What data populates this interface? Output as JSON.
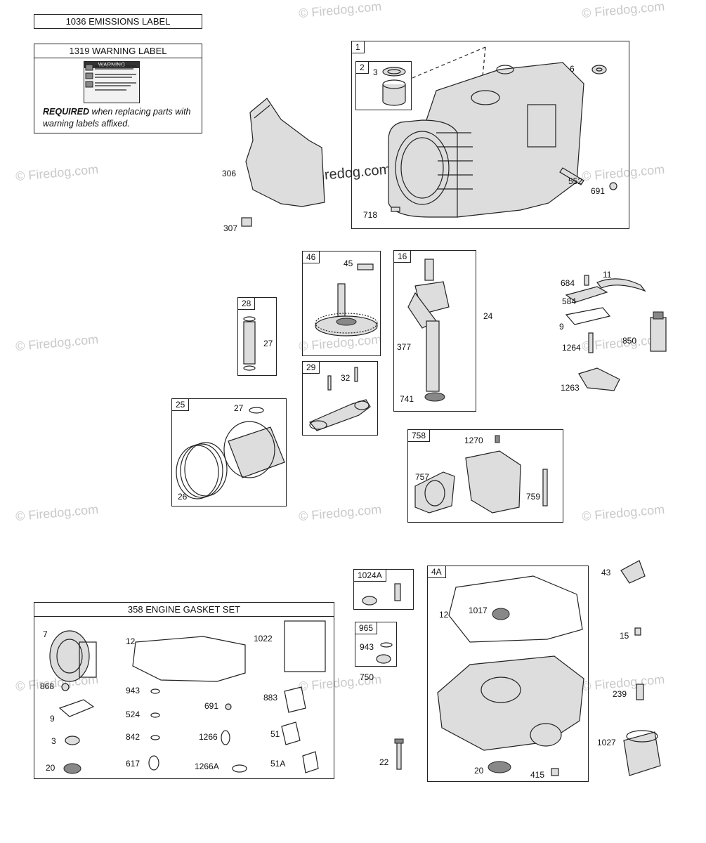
{
  "watermark": {
    "text": "© Firedog.com"
  },
  "labels_boxes": {
    "emissions": "1036 EMISSIONS LABEL",
    "warning": "1319 WARNING LABEL",
    "warning_sticker_title": "WARNING",
    "required_bold": "REQUIRED",
    "required_rest": " when replacing parts with warning labels affixed."
  },
  "gasket_set": {
    "title": "358 ENGINE GASKET SET"
  },
  "callouts": {
    "p1": "1",
    "p2": "2",
    "p3": "3",
    "p6": "6",
    "p552": "552",
    "p691": "691",
    "p718": "718",
    "p306": "306",
    "p307": "307",
    "p46": "46",
    "p45": "45",
    "p16": "16",
    "p24": "24",
    "p377": "377",
    "p741": "741",
    "p28": "28",
    "p27a": "27",
    "p29": "29",
    "p32": "32",
    "p25": "25",
    "p27b": "27",
    "p26": "26",
    "p684": "684",
    "p11": "11",
    "p584": "584",
    "p9a": "9",
    "p1264": "1264",
    "p850": "850",
    "p1263": "1263",
    "p758": "758",
    "p1270": "1270",
    "p757": "757",
    "p759": "759",
    "p1024A": "1024A",
    "p965": "965",
    "p943a": "943",
    "p750": "750",
    "p22": "22",
    "p4A": "4A",
    "p12a": "12",
    "p1017": "1017",
    "p20a": "20",
    "p415": "415",
    "p43": "43",
    "p15": "15",
    "p239": "239",
    "p1027": "1027",
    "g7": "7",
    "g12": "12",
    "g1022": "1022",
    "g868": "868",
    "g943": "943",
    "g691": "691",
    "g883": "883",
    "g9": "9",
    "g524": "524",
    "g1266": "1266",
    "g51": "51",
    "g3": "3",
    "g842": "842",
    "g20": "20",
    "g617": "617",
    "g1266A": "1266A",
    "g51A": "51A"
  }
}
